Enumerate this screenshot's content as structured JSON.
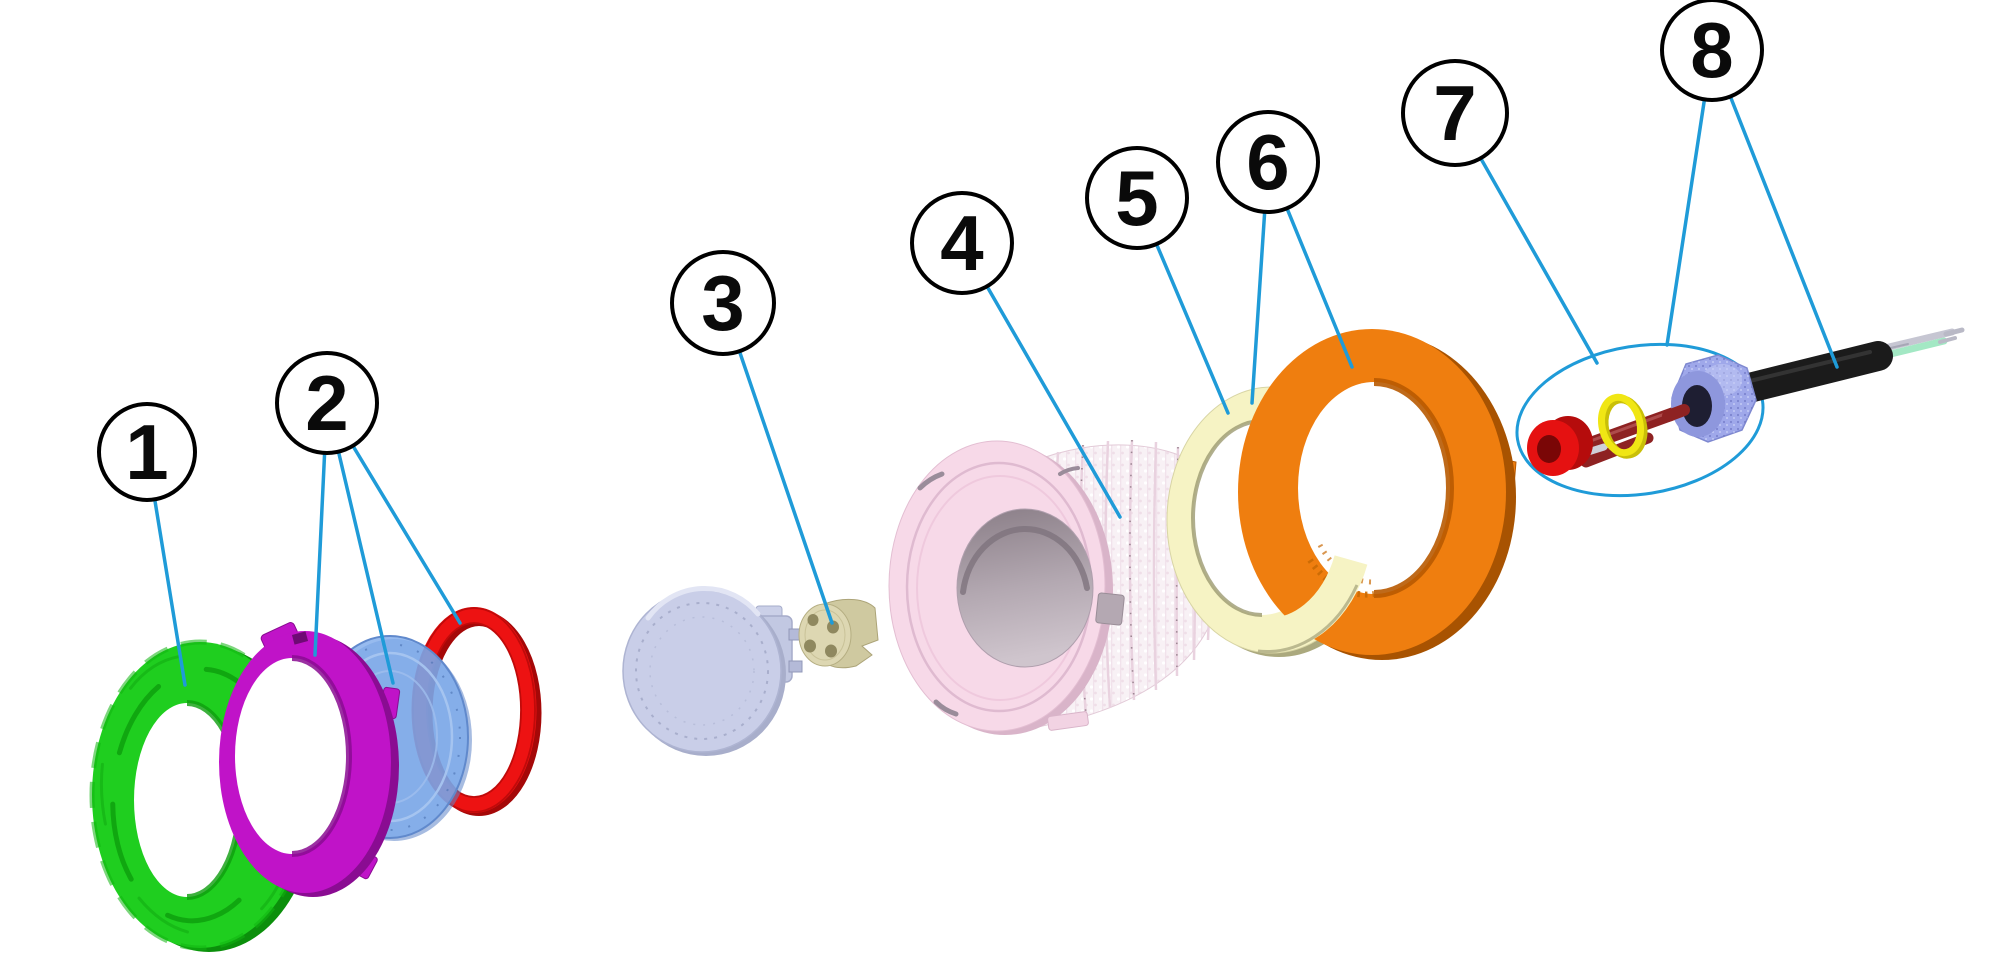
{
  "figure": {
    "type": "exploded-parts-diagram",
    "background": "#ffffff",
    "leader_color": "#1F9BD8",
    "callout_outline_color": "#000000",
    "callouts": [
      {
        "label": "1"
      },
      {
        "label": "2"
      },
      {
        "label": "3"
      },
      {
        "label": "4"
      },
      {
        "label": "5"
      },
      {
        "label": "6"
      },
      {
        "label": "7"
      },
      {
        "label": "8"
      }
    ],
    "palette": {
      "green": "#1FCE1F",
      "green_dark": "#0B8F0B",
      "magenta": "#C013C8",
      "magenta_dark": "#8A0C92",
      "blue_lens": "#7DAAEB",
      "blue_lens_dark": "#5E85C8",
      "red_ring": "#ED1212",
      "red_ring_dark": "#A50808",
      "lavender": "#C9CEE8",
      "lavender_dark": "#A8AECB",
      "beige": "#CFC9A0",
      "beige_face": "#DDD7B2",
      "beige_hole": "#8F885F",
      "pink_flange": "#F7D9E8",
      "pink_flange_dark": "#D9B4C9",
      "bore_dark": "#93878F",
      "bore_light": "#CDC3CB",
      "cream": "#F6F3C4",
      "cream_dark": "#ABA97E",
      "orange": "#EF7E0F",
      "orange_dark": "#A85301",
      "grommet_red": "#E51111",
      "grommet_hole": "#7A0606",
      "maroon_rod": "#8E2222",
      "yellow_ring": "#F0E614",
      "periwinkle_nut": "#9FA8EA",
      "periwinkle_dark": "#7E88D0",
      "nut_hole": "#1E1E32",
      "cable_black": "#1B1B1B",
      "wire_mint": "#A3E8C4",
      "wire_silver": "#C6C6D2"
    }
  }
}
